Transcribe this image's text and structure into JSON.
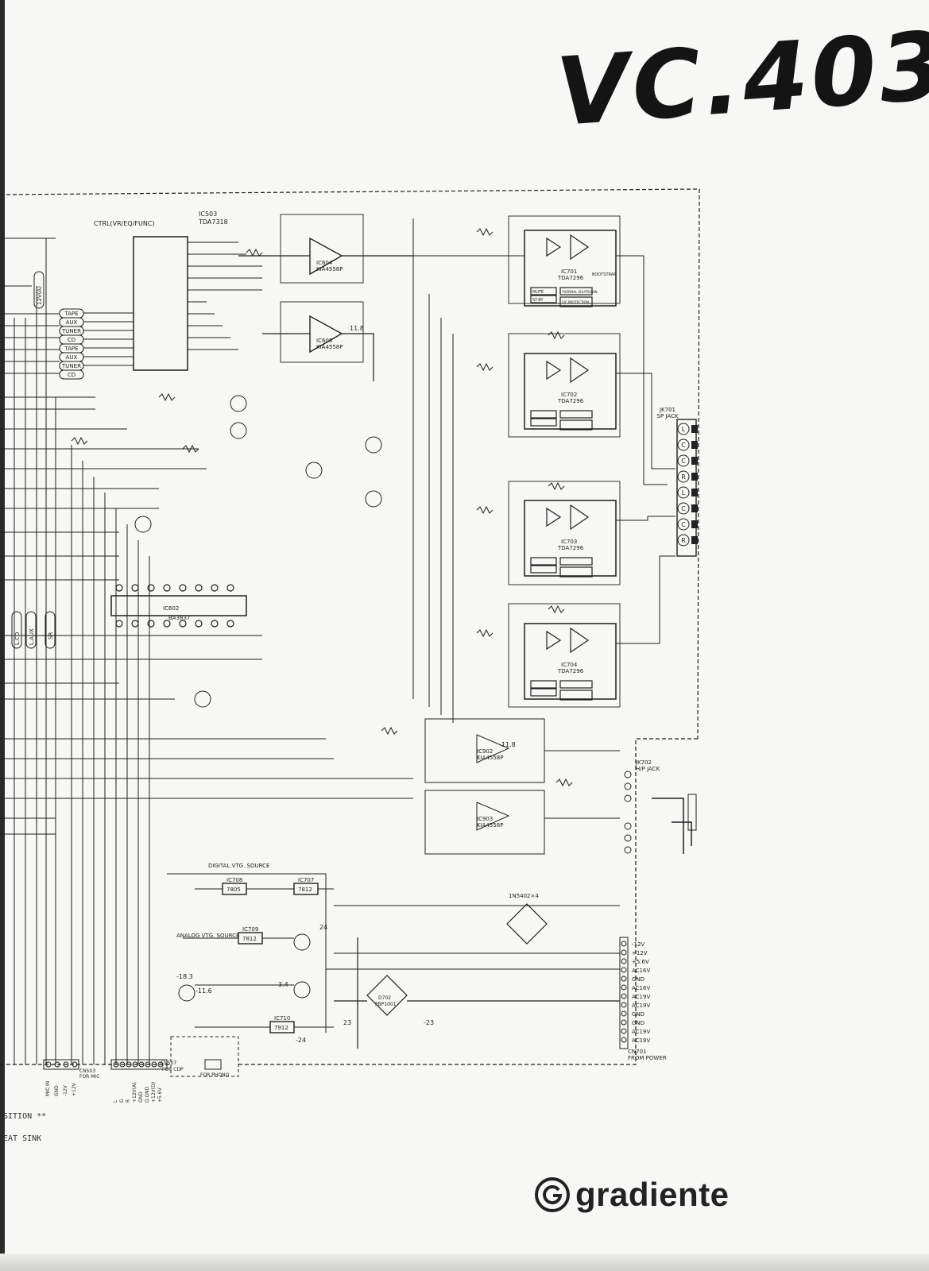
{
  "title": "VC.403",
  "brand": {
    "name": "gradiente"
  },
  "footnotes": [
    "SITION **",
    "EAT SINK"
  ],
  "ic_blocks": [
    {
      "ref": "IC503",
      "part": "TDA7318",
      "caption": "CTRL(VR/EQ/FUNC)"
    },
    {
      "ref": "IC604",
      "part": "KIA4558P"
    },
    {
      "ref": "IC605",
      "part": "KIA4558P"
    },
    {
      "ref": "IC602",
      "part": "BA3837"
    },
    {
      "ref": "IC701",
      "part": "TDA7296"
    },
    {
      "ref": "IC702",
      "part": "TDA7296"
    },
    {
      "ref": "IC703",
      "part": "TDA7296"
    },
    {
      "ref": "IC704",
      "part": "TDA7296"
    },
    {
      "ref": "IC902",
      "part": "KIA4558P"
    },
    {
      "ref": "IC903",
      "part": "KIA4558P"
    },
    {
      "ref": "IC708",
      "part": "7805"
    },
    {
      "ref": "IC707",
      "part": "7812"
    },
    {
      "ref": "IC709",
      "part": "7812"
    },
    {
      "ref": "IC710",
      "part": "7912"
    }
  ],
  "amp_block_labels": {
    "mute": "MUTE",
    "standby": "ST-BY",
    "thermal": "THERMAL SHUTDOWN",
    "protection": "S/C PROTECTION",
    "bootstrap": "BOOTSTRAP"
  },
  "input_sources": [
    "TAPE",
    "AUX",
    "TUNER",
    "CD",
    "TAPE",
    "AUX",
    "TUNER",
    "CD"
  ],
  "vertical_tags": [
    "12V(A)",
    "L.CD",
    "L.AUX",
    "SR"
  ],
  "speaker_jack": {
    "ref": "JK701",
    "label": "SP JACK",
    "pins": [
      "L",
      "C",
      "C",
      "R",
      "L",
      "C",
      "C",
      "R"
    ]
  },
  "headphone_jack": {
    "ref": "JK702",
    "label": "H/P JACK"
  },
  "power_connector": {
    "ref": "CN701",
    "label": "FROM POWER",
    "pins": [
      "-12V",
      "+12V",
      "+5.6V",
      "AC16V",
      "GND",
      "AC16V",
      "AC19V",
      "AC19V",
      "GND",
      "GND",
      "AC19V",
      "AC19V"
    ]
  },
  "regulator_section": {
    "digital": "DIGITAL VTG. SOURCE",
    "analog": "ANALOG VTG. SOURCE"
  },
  "bridge": {
    "ref": "D702",
    "part": "PBP1001",
    "diodes": "1N5402×4"
  },
  "connectors": [
    {
      "ref": "CN503",
      "label": "FOR MIC",
      "pins": [
        "MIC IN",
        "GND",
        "-12V",
        "+12V"
      ]
    },
    {
      "ref": "CN507",
      "label": "FOR CDP",
      "pins": [
        "L",
        "G",
        "R",
        "+12V(A)",
        "GND",
        "D.GND",
        "+12V(D)",
        "+5.6V"
      ]
    },
    {
      "ref": "",
      "label": "FOR PHONO",
      "pins": []
    }
  ],
  "supply_labels": [
    "-23",
    "23",
    "-24",
    "24",
    "-11.8",
    "11.8",
    "-18.3",
    "-11.6",
    "3.4"
  ]
}
